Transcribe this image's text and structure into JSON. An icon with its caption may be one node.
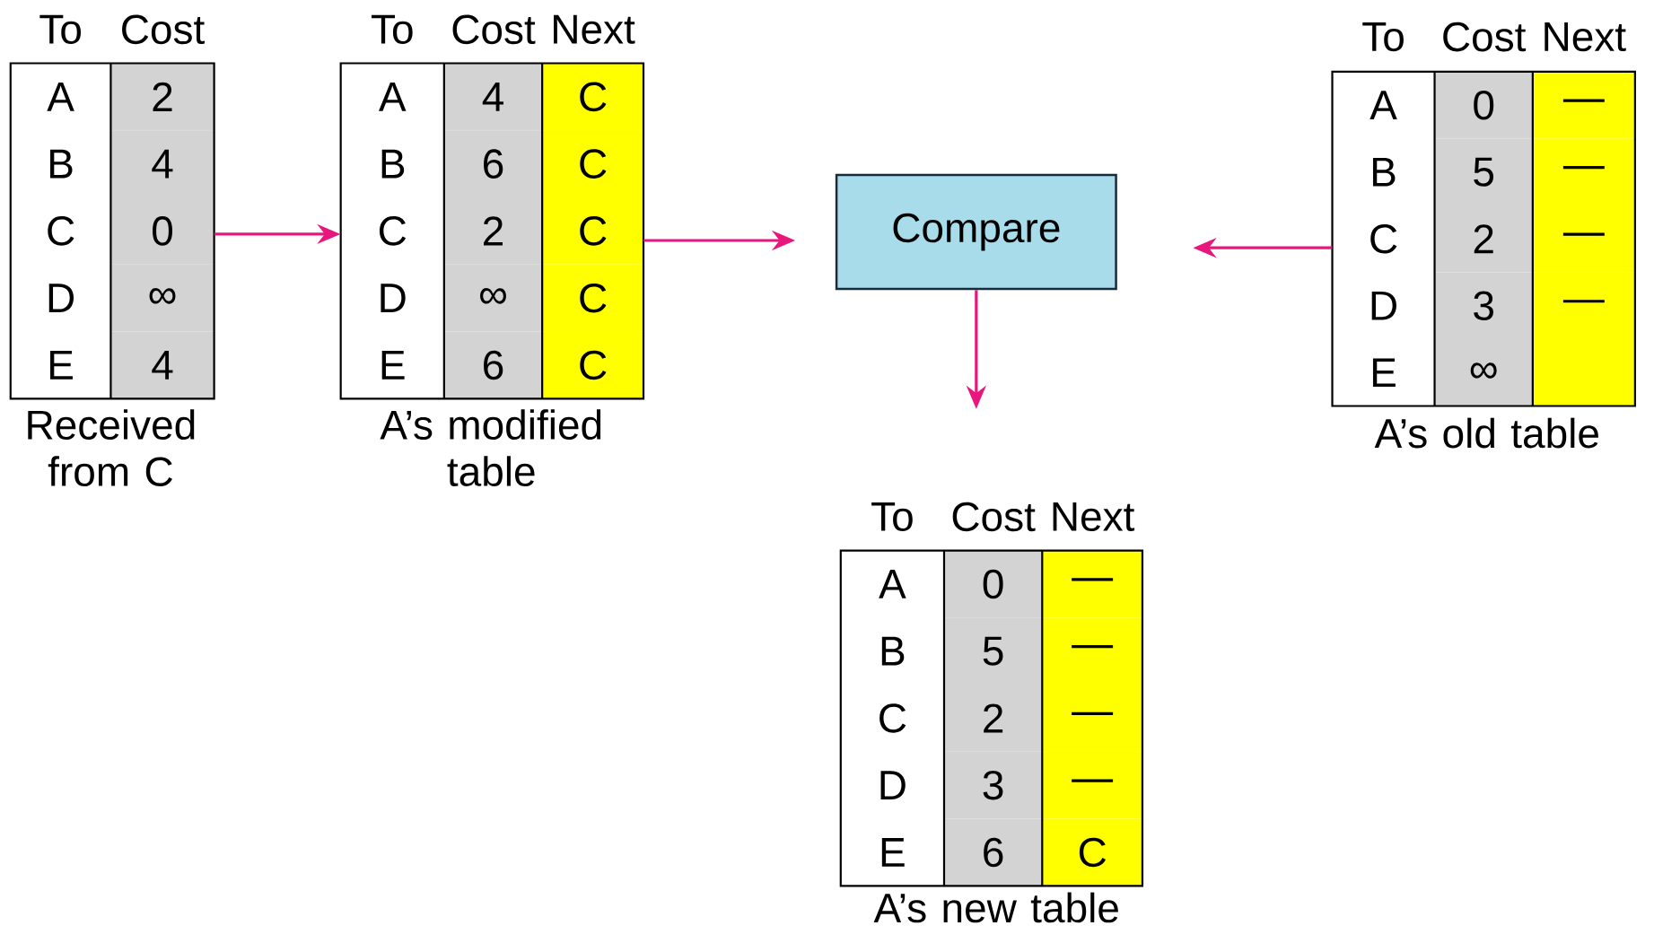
{
  "diagram": {
    "nodes": [
      {
        "text": [
          "To",
          "Cost",
          "A",
          "2",
          "B",
          "4",
          "C",
          "0",
          "D",
          "∞",
          "E",
          "4"
        ],
        "beside": [
          "Received from C"
        ]
      },
      {
        "text": [
          "To",
          "Cost",
          "Next",
          "A",
          "4",
          "C",
          "B",
          "6",
          "C",
          "C",
          "2",
          "C",
          "D",
          "∞",
          "C",
          "E",
          "6",
          "C"
        ],
        "beside": [
          "A’s modified table"
        ]
      },
      {
        "text": [
          "Compare"
        ]
      },
      {
        "text": [
          "To",
          "Cost",
          "Next",
          "A",
          "0",
          "—",
          "B",
          "5",
          "—",
          "C",
          "2",
          "—",
          "D",
          "3",
          "—",
          "E",
          "∞"
        ],
        "beside": [
          "A’s old table"
        ]
      },
      {
        "text": [
          "To",
          "Cost",
          "Next",
          "A",
          "0",
          "—",
          "B",
          "5",
          "—",
          "C",
          "2",
          "—",
          "D",
          "3",
          "—",
          "E",
          "6",
          "C"
        ],
        "beside": [
          "A’s new table"
        ]
      }
    ],
    "edges": [
      {
        "from": 0,
        "to": 1,
        "arrow": "to"
      },
      {
        "from": 1,
        "to": 2,
        "arrow": "to"
      },
      {
        "from": 3,
        "to": 2,
        "arrow": "to"
      },
      {
        "from": 2,
        "to": 4,
        "arrow": "to"
      }
    ]
  }
}
